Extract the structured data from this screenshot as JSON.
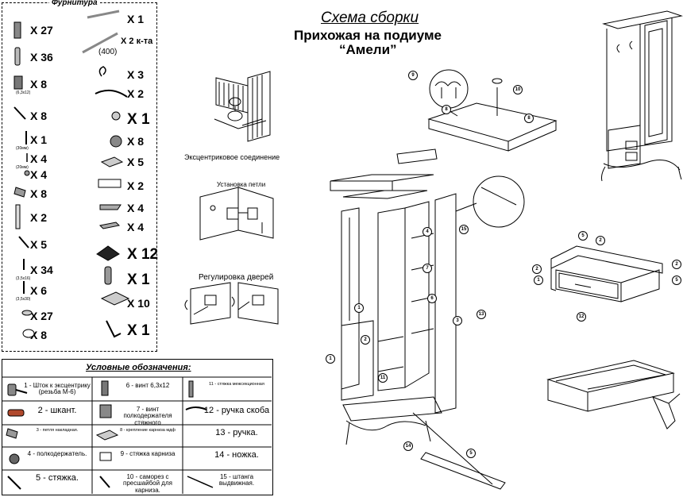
{
  "header": {
    "title_line1": "Схема сборки",
    "title_line2": "Прихожая на подиуме",
    "title_line3": "“Амели”"
  },
  "hardware": {
    "title": "Фурнитура",
    "items": [
      {
        "icon": "screw-rod-icon",
        "qty": "X 27"
      },
      {
        "icon": "dowel-icon",
        "qty": "X 36"
      },
      {
        "icon": "screw-6x12-icon",
        "qty": "X 8",
        "note": "(6,3x12)"
      },
      {
        "icon": "wood-screw-icon",
        "qty": "X 8"
      },
      {
        "icon": "short-screw-icon",
        "qty": "X 1",
        "note": "(30мм)"
      },
      {
        "icon": "pin-icon",
        "qty": "X 4",
        "note": "(20мм)"
      },
      {
        "icon": "washer-icon",
        "qty": "X 4"
      },
      {
        "icon": "connector-icon",
        "qty": "X 8"
      },
      {
        "icon": "long-bolt-icon",
        "qty": "X 2"
      },
      {
        "icon": "screw-icon",
        "qty": "X 5"
      },
      {
        "icon": "screw-3x16-icon",
        "qty": "X 34",
        "note": "(3,5x16)"
      },
      {
        "icon": "screw-3x30-icon",
        "qty": "X 6",
        "note": "(3,5x30)"
      },
      {
        "icon": "cap-icon",
        "qty": "X 27"
      },
      {
        "icon": "round-cap-icon",
        "qty": "X 8"
      }
    ],
    "items_right": [
      {
        "icon": "rail-icon",
        "qty": "X 1"
      },
      {
        "icon": "slide-rail-icon",
        "qty": "X 2 к-та",
        "note": "(400)"
      },
      {
        "icon": "hook-icon",
        "qty": "X 3"
      },
      {
        "icon": "bar-handle-icon",
        "qty": "X 2"
      },
      {
        "icon": "knob-icon",
        "qty": "X 1"
      },
      {
        "icon": "leg-icon",
        "qty": "X 8"
      },
      {
        "icon": "cornice-mount-icon",
        "qty": "X 5"
      },
      {
        "icon": "cornice-tie-icon",
        "qty": "X 2"
      },
      {
        "icon": "hinge-icon",
        "qty": "X 4"
      },
      {
        "icon": "hinge-plate-icon",
        "qty": "X 4"
      },
      {
        "icon": "corner-icon",
        "qty": "X 12"
      },
      {
        "icon": "foot-icon",
        "qty": "X 1"
      },
      {
        "icon": "bag-icon",
        "qty": "X 10"
      },
      {
        "icon": "hex-key-icon",
        "qty": "X 1"
      }
    ]
  },
  "captions": {
    "eccentric": "Эксцентриковое соединение",
    "hinge": "Установка петли",
    "doors": "Регулировка дверей"
  },
  "legend": {
    "title": "Условные обозначения:",
    "entries": [
      "1 - Шток к эксцентрику (резьба М-6)",
      "6 - винт 6,3x12",
      "11 - стяжка межсекционная",
      "2 - шкант.",
      "7 - винт полкодержателя стяжного",
      "12 - ручка скоба",
      "3 - петля накладная.",
      "8 - крепление карниза мдф",
      "13 - ручка.",
      "4 - полкодержатель.",
      "9 - стяжка карниза",
      "14 - ножка.",
      "5 - стяжка.",
      "10 - саморез с пресшайбой для карниза.",
      "15 - штанга выдвижная."
    ]
  },
  "callouts": [
    "1",
    "2",
    "3",
    "4",
    "5",
    "6",
    "7",
    "8",
    "9",
    "10",
    "11",
    "12",
    "13",
    "14",
    "15"
  ]
}
